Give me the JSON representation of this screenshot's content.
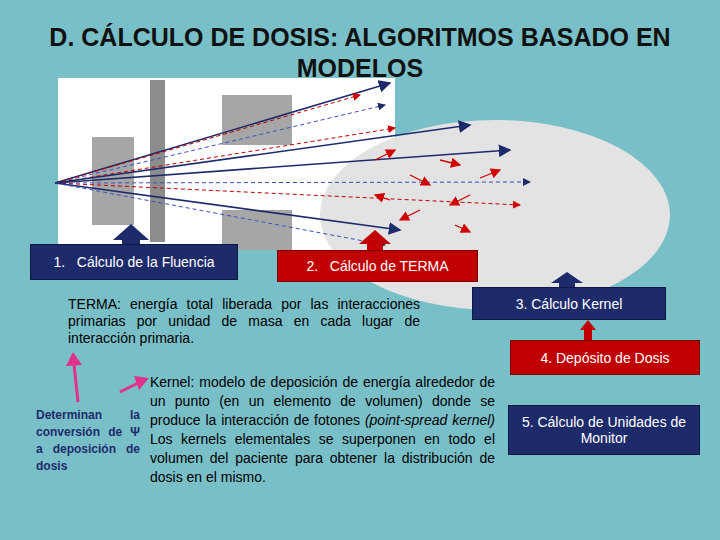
{
  "diagram": {
    "title": "D. CÁLCULO DE DOSIS: ALGORITMOS BASADO EN MODELOS",
    "nodes": [
      {
        "text": [
          "1.   Cálculo de la Fluencia"
        ]
      },
      {
        "text": [
          "2.   Cálculo de TERMA"
        ]
      },
      {
        "text": [
          "3. Cálculo Kernel"
        ]
      },
      {
        "text": [
          "4. Depósito de Dosis"
        ]
      },
      {
        "text": [
          "5. Cálculo de Unidades de Monitor"
        ]
      }
    ],
    "edges": [
      {
        "from": 3,
        "to": 2,
        "arrow": "to"
      }
    ],
    "labels": [
      "TERMA: energía total liberada por las interacciones primarias por unidad de masa en cada lugar de interacción primaria.",
      "Kernel: modelo de deposición de energía alrededor de un punto (en un elemento de volumen) donde se produce la interacción de fotones (point-spread kernel) Los kernels elementales se superponen en todo el volumen del paciente para obtener la distribución de dosis en el mismo.",
      "Determinan la conversión de Ψ a deposición de dosis"
    ]
  }
}
